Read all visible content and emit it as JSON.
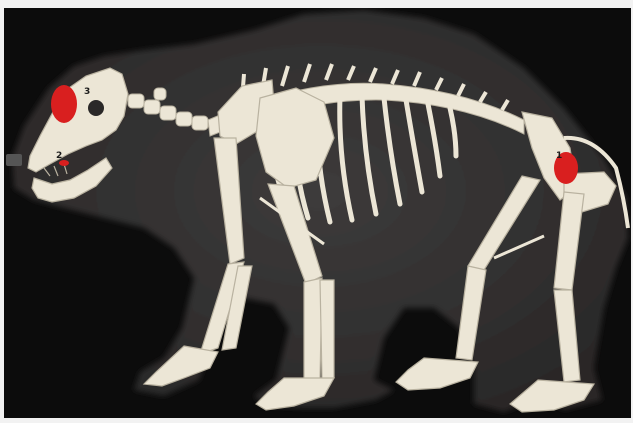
{
  "illustration": {
    "subject": "bear skeleton",
    "background_color": "#0c0c0c",
    "silhouette_color": "#3a3838",
    "bone_color": "#ece6d6",
    "highlight_color": "#d91f1f"
  },
  "markers": {
    "skull_top": "3",
    "jaw": "2",
    "hip": "1"
  }
}
